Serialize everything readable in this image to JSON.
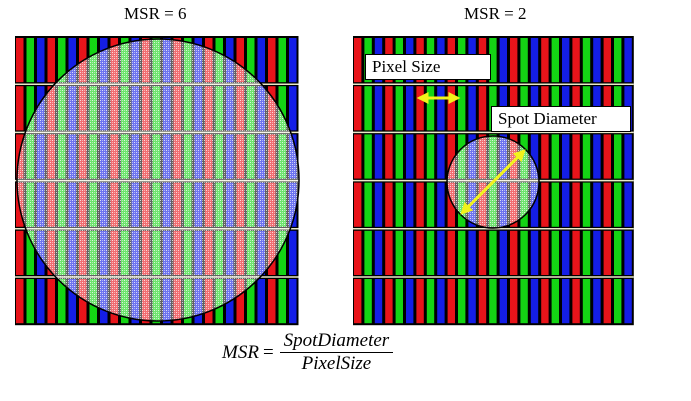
{
  "panels": [
    {
      "title": "MSR = 6"
    },
    {
      "title": "MSR = 2"
    }
  ],
  "labels": {
    "pixel_size": "Pixel Size",
    "spot_diameter": "Spot Diameter"
  },
  "formula": {
    "lhs": "MSR",
    "equals": "=",
    "numerator": "SpotDiameter",
    "denominator": "PixelSize"
  },
  "colors": {
    "red": "#e8141a",
    "green": "#14d414",
    "blue": "#141ee6",
    "grid": "#e8e8c8",
    "arrow": "#f2f21a"
  }
}
